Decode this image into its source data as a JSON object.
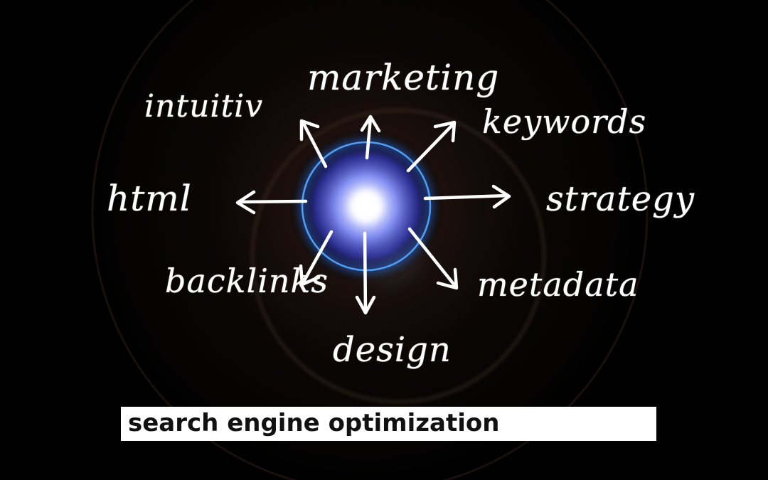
{
  "words": {
    "marketing": "marketing",
    "intuitiv": "intuitiv",
    "keywords": "keywords",
    "html": "html",
    "strategy": "strategy",
    "backlinks": "backlinks",
    "metadata": "metadata",
    "design": "design"
  },
  "caption": "search engine optimization",
  "colors": {
    "background": "#000000",
    "light_core": "#ffffff",
    "light_halo": "#5a6dff",
    "ring": "#3a8cff",
    "handwriting": "#ffffff",
    "caption_bar": "#ffffff",
    "caption_text": "#111111"
  }
}
